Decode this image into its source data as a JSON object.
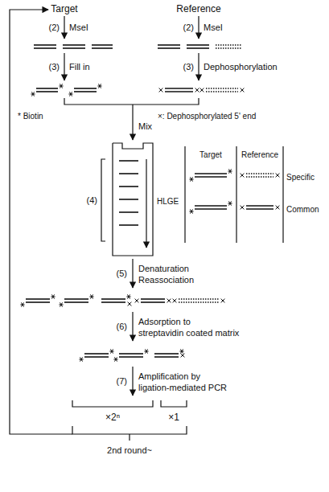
{
  "diagram": {
    "labels": [
      "Target",
      "Reference",
      "(2)",
      "MseI",
      "(2)",
      "MseI",
      "(3)",
      "Fill in",
      "(3)",
      "Dephosphorylation",
      "* Biotin",
      "×: Dephosphorylated 5' end",
      "Mix",
      "(4)",
      "HLGE",
      "Target",
      "Reference",
      "Specific",
      "Common",
      "(5)",
      "Denaturation",
      "Reassociation",
      "(6)",
      "Adsorption to",
      "streptavidin coated matrix",
      "(7)",
      "Amplification by",
      "ligation-mediated PCR",
      "×2ⁿ",
      "×1",
      "2nd round~"
    ]
  }
}
